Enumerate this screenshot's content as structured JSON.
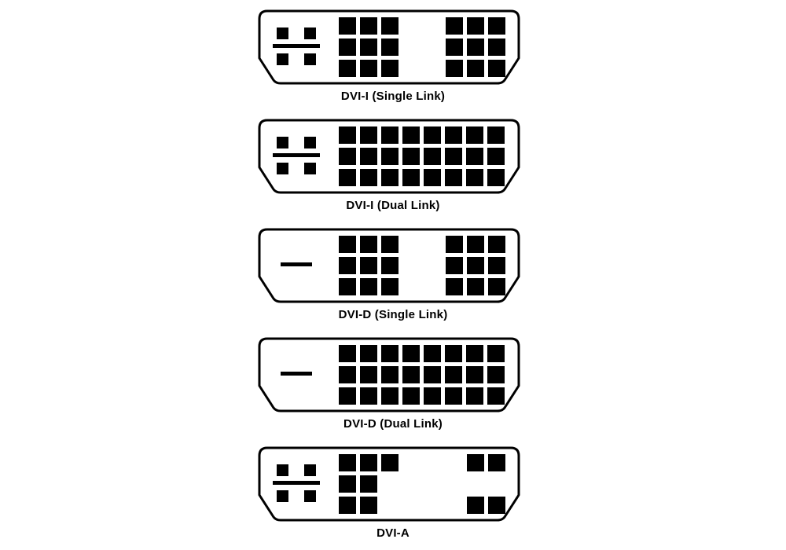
{
  "colors": {
    "ink": "#000000",
    "paper": "#ffffff"
  },
  "connectors": [
    {
      "label": "DVI-I (Single Link)",
      "analog_section": "cross",
      "left_block": [
        [
          1,
          1,
          1
        ],
        [
          1,
          1,
          1
        ],
        [
          1,
          1,
          1
        ]
      ],
      "right_block": [
        [
          1,
          1,
          1
        ],
        [
          1,
          1,
          1
        ],
        [
          1,
          1,
          1
        ]
      ]
    },
    {
      "label": "DVI-I (Dual Link)",
      "analog_section": "cross",
      "left_block": [
        [
          1,
          1,
          1,
          1,
          1,
          1,
          1,
          1
        ],
        [
          1,
          1,
          1,
          1,
          1,
          1,
          1,
          1
        ],
        [
          1,
          1,
          1,
          1,
          1,
          1,
          1,
          1
        ]
      ],
      "right_block": []
    },
    {
      "label": "DVI-D (Single Link)",
      "analog_section": "bar",
      "left_block": [
        [
          1,
          1,
          1
        ],
        [
          1,
          1,
          1
        ],
        [
          1,
          1,
          1
        ]
      ],
      "right_block": [
        [
          1,
          1,
          1
        ],
        [
          1,
          1,
          1
        ],
        [
          1,
          1,
          1
        ]
      ]
    },
    {
      "label": "DVI-D (Dual Link)",
      "analog_section": "bar",
      "left_block": [
        [
          1,
          1,
          1,
          1,
          1,
          1,
          1,
          1
        ],
        [
          1,
          1,
          1,
          1,
          1,
          1,
          1,
          1
        ],
        [
          1,
          1,
          1,
          1,
          1,
          1,
          1,
          1
        ]
      ],
      "right_block": []
    },
    {
      "label": "DVI-A",
      "analog_section": "cross",
      "left_block": [
        [
          1,
          1,
          1
        ],
        [
          1,
          1,
          0
        ],
        [
          1,
          1,
          0
        ]
      ],
      "right_block": [
        [
          1,
          1
        ],
        [
          0,
          0
        ],
        [
          1,
          1
        ]
      ]
    }
  ]
}
